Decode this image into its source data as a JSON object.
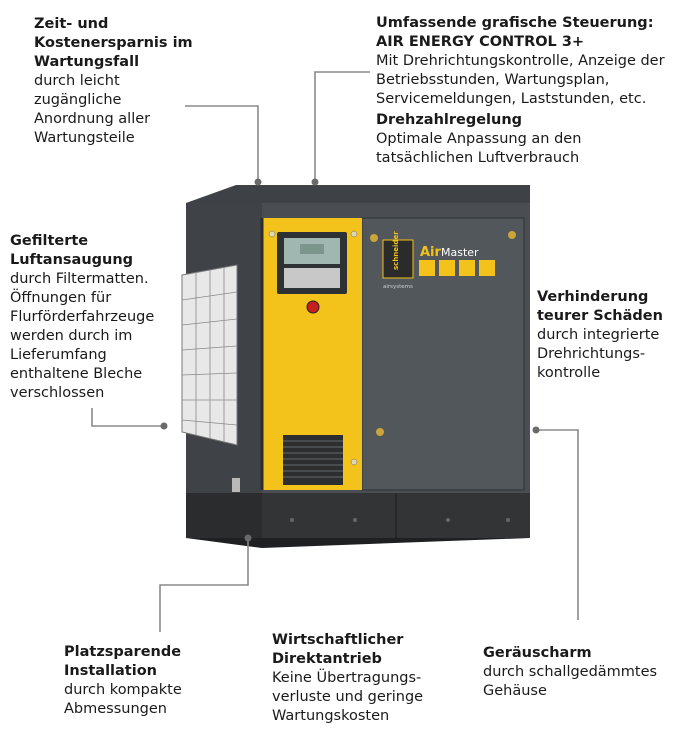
{
  "captions": {
    "maintenance": {
      "heading": "Zeit- und\nKostenersparnis im\nWartungsfall",
      "body": "durch leicht\nzugängliche\nAnordnung aller\nWartungsteile"
    },
    "control": {
      "heading": "Umfassende grafische Steuerung:\nAIR ENERGY CONTROL 3+",
      "body": "Mit Drehrichtungskontrolle, Anzeige der\nBetriebsstunden, Wartungsplan,\nServicemeldungen, Laststunden, etc.",
      "heading2": "Drehzahlregelung",
      "body2": "Optimale Anpassung an den\ntatsächlichen Luftverbrauch"
    },
    "intake": {
      "heading": "Gefilterte\nLuftansaugung",
      "body": "durch Filtermatten.\nÖffnungen für\nFlurförderfahrzeuge\nwerden durch im\nLieferumfang\nenthaltene Bleche\nverschlossen"
    },
    "damage": {
      "heading": "Verhinderung\nteurer Schäden",
      "body": "durch integrierte\nDrehrichtungs-\nkontrolle"
    },
    "installation": {
      "heading": "Platzsparende\nInstallation",
      "body": "durch kompakte\nAbmessungen"
    },
    "drive": {
      "heading": "Wirtschaftlicher\nDirektantrieb",
      "body": "Keine Übertragungs-\nverluste und geringe\nWartungskosten"
    },
    "noise": {
      "heading": "Geräuscharm",
      "body": "durch schallgedämmtes\nGehäuse"
    }
  },
  "product": {
    "brand_logo": "schneider",
    "brand_sub": "airsystems",
    "series_prefix": "Air",
    "series_suffix": "Master"
  },
  "colors": {
    "housing": "#4a4e52",
    "yellow": "#f3c21b",
    "leader": "#8a8a8a",
    "text": "#1a1a1a"
  }
}
